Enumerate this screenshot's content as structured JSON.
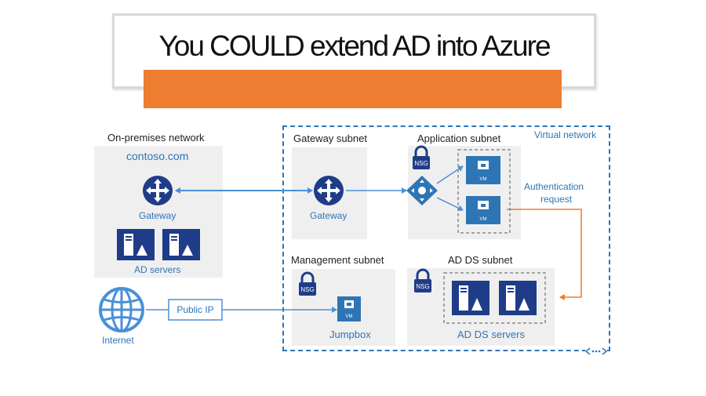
{
  "title": "You COULD extend AD into Azure",
  "onprem": {
    "label": "On-premises network",
    "domain": "contoso.com",
    "gateway": "Gateway",
    "ad_servers": "AD servers"
  },
  "vnet": {
    "label": "Virtual network"
  },
  "gateway_subnet": {
    "label": "Gateway subnet",
    "gateway": "Gateway"
  },
  "application_subnet": {
    "label": "Application subnet",
    "nsg": "NSG",
    "vm1": "VM",
    "vm2": "VM"
  },
  "auth_request": {
    "line1": "Authentication",
    "line2": "request"
  },
  "management_subnet": {
    "label": "Management subnet",
    "nsg": "NSG",
    "vm": "VM",
    "jumpbox": "Jumpbox"
  },
  "adds_subnet": {
    "label": "AD DS subnet",
    "nsg": "NSG",
    "servers": "AD DS servers"
  },
  "internet": {
    "label": "Internet",
    "public_ip": "Public IP"
  },
  "colors": {
    "accent_orange": "#ed7d31",
    "azure_blue": "#2e75b6",
    "navy": "#1f3c88",
    "panel_gray": "#efefef"
  },
  "icons": [
    "gateway-icon",
    "server-icon",
    "nsg-lock-icon",
    "vm-icon",
    "load-balancer-icon",
    "globe-icon",
    "vnet-peering-icon"
  ]
}
